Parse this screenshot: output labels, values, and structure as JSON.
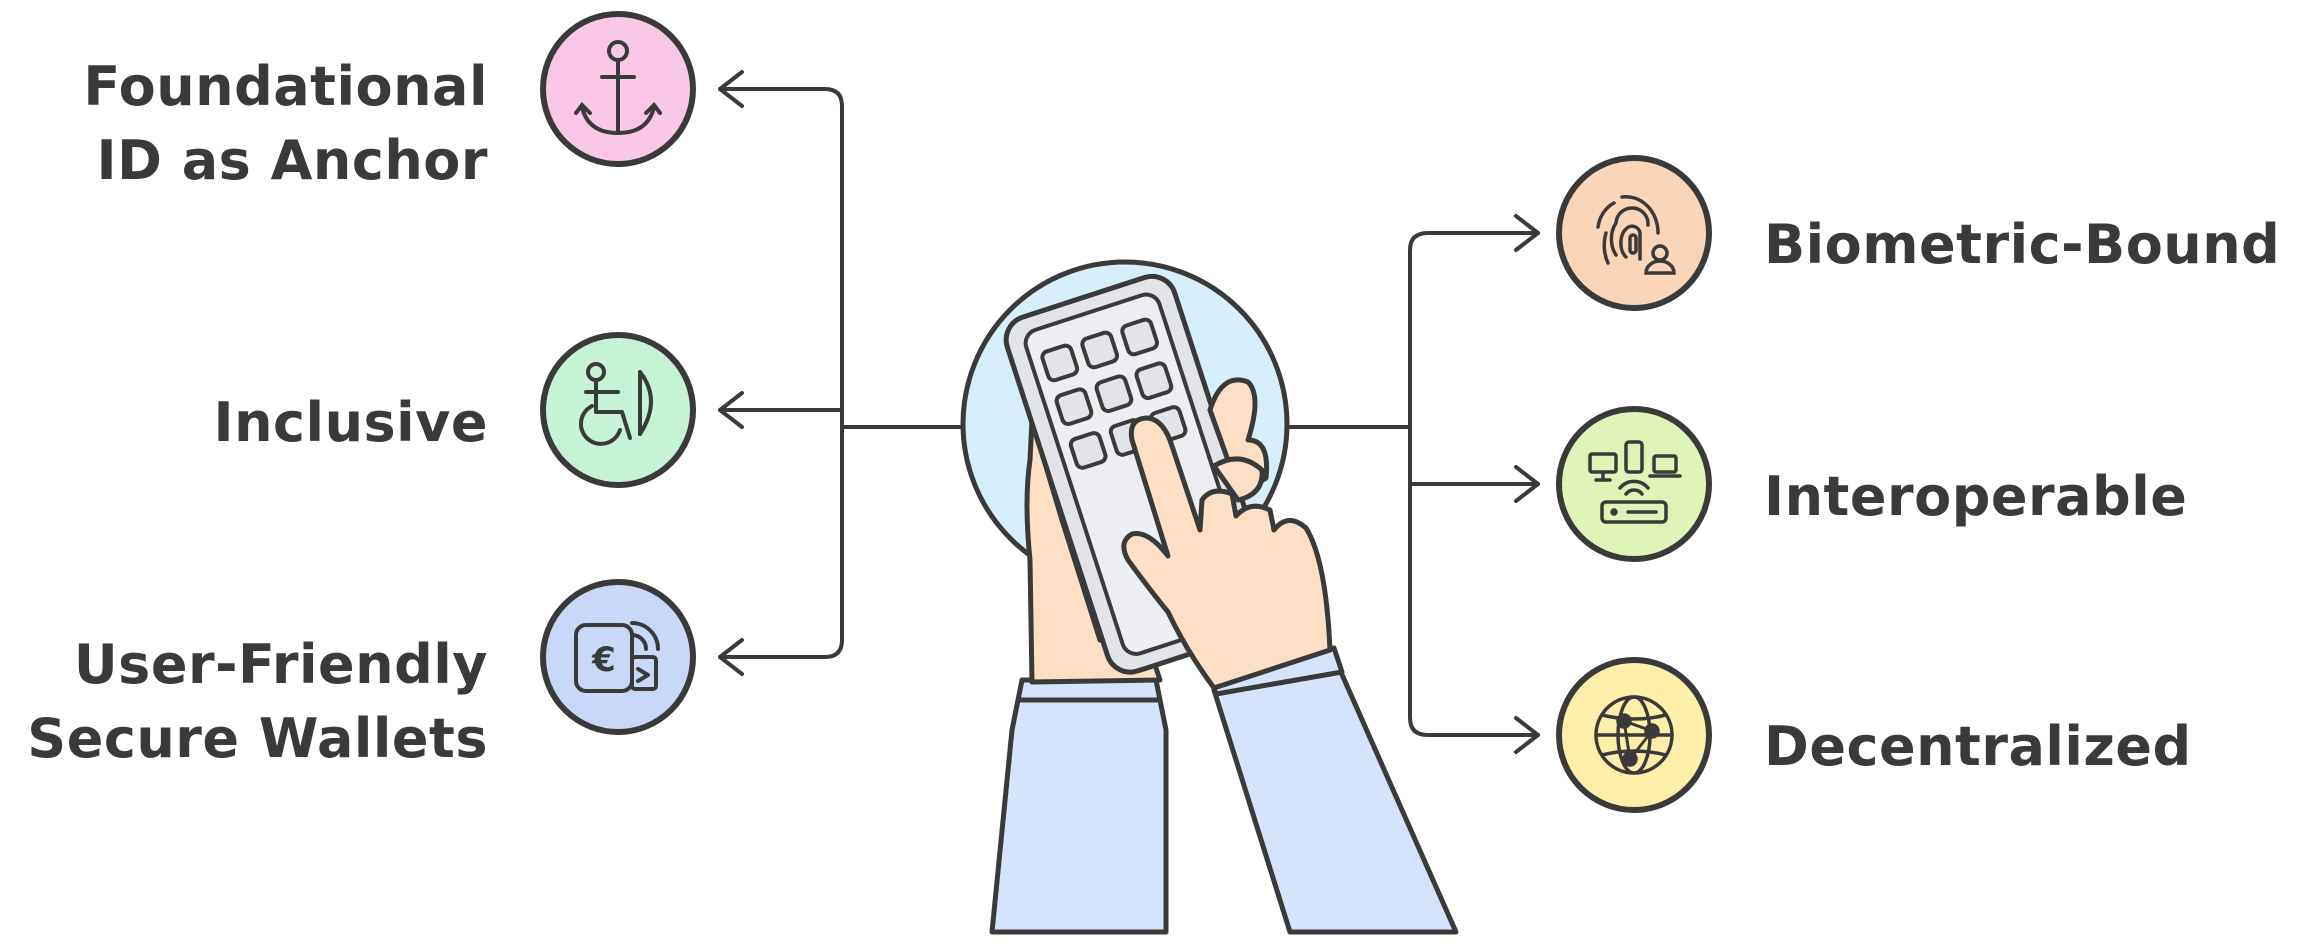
{
  "left_items": [
    {
      "lines": [
        "Foundational",
        "ID as Anchor"
      ],
      "icon": "anchor-icon",
      "color": "#f8c8e6"
    },
    {
      "lines": [
        "Inclusive"
      ],
      "icon": "accessibility-icon",
      "color": "#c6f2d6"
    },
    {
      "lines": [
        "User-Friendly",
        "Secure Wallets"
      ],
      "icon": "wallet-payment-icon",
      "color": "#c9d8f7"
    }
  ],
  "right_items": [
    {
      "lines": [
        "Biometric-Bound"
      ],
      "icon": "fingerprint-user-icon",
      "color": "#fbd5b8"
    },
    {
      "lines": [
        "Interoperable"
      ],
      "icon": "connected-devices-icon",
      "color": "#dff5b8"
    },
    {
      "lines": [
        "Decentralized"
      ],
      "icon": "network-globe-icon",
      "color": "#fdeeaa"
    }
  ],
  "center": {
    "icon": "hands-phone-icon",
    "circle_color": "#d7eefb",
    "hand_color": "#fddfc5",
    "sleeve_color": "#d6e4fb"
  },
  "stroke_color": "#3a3a3a"
}
